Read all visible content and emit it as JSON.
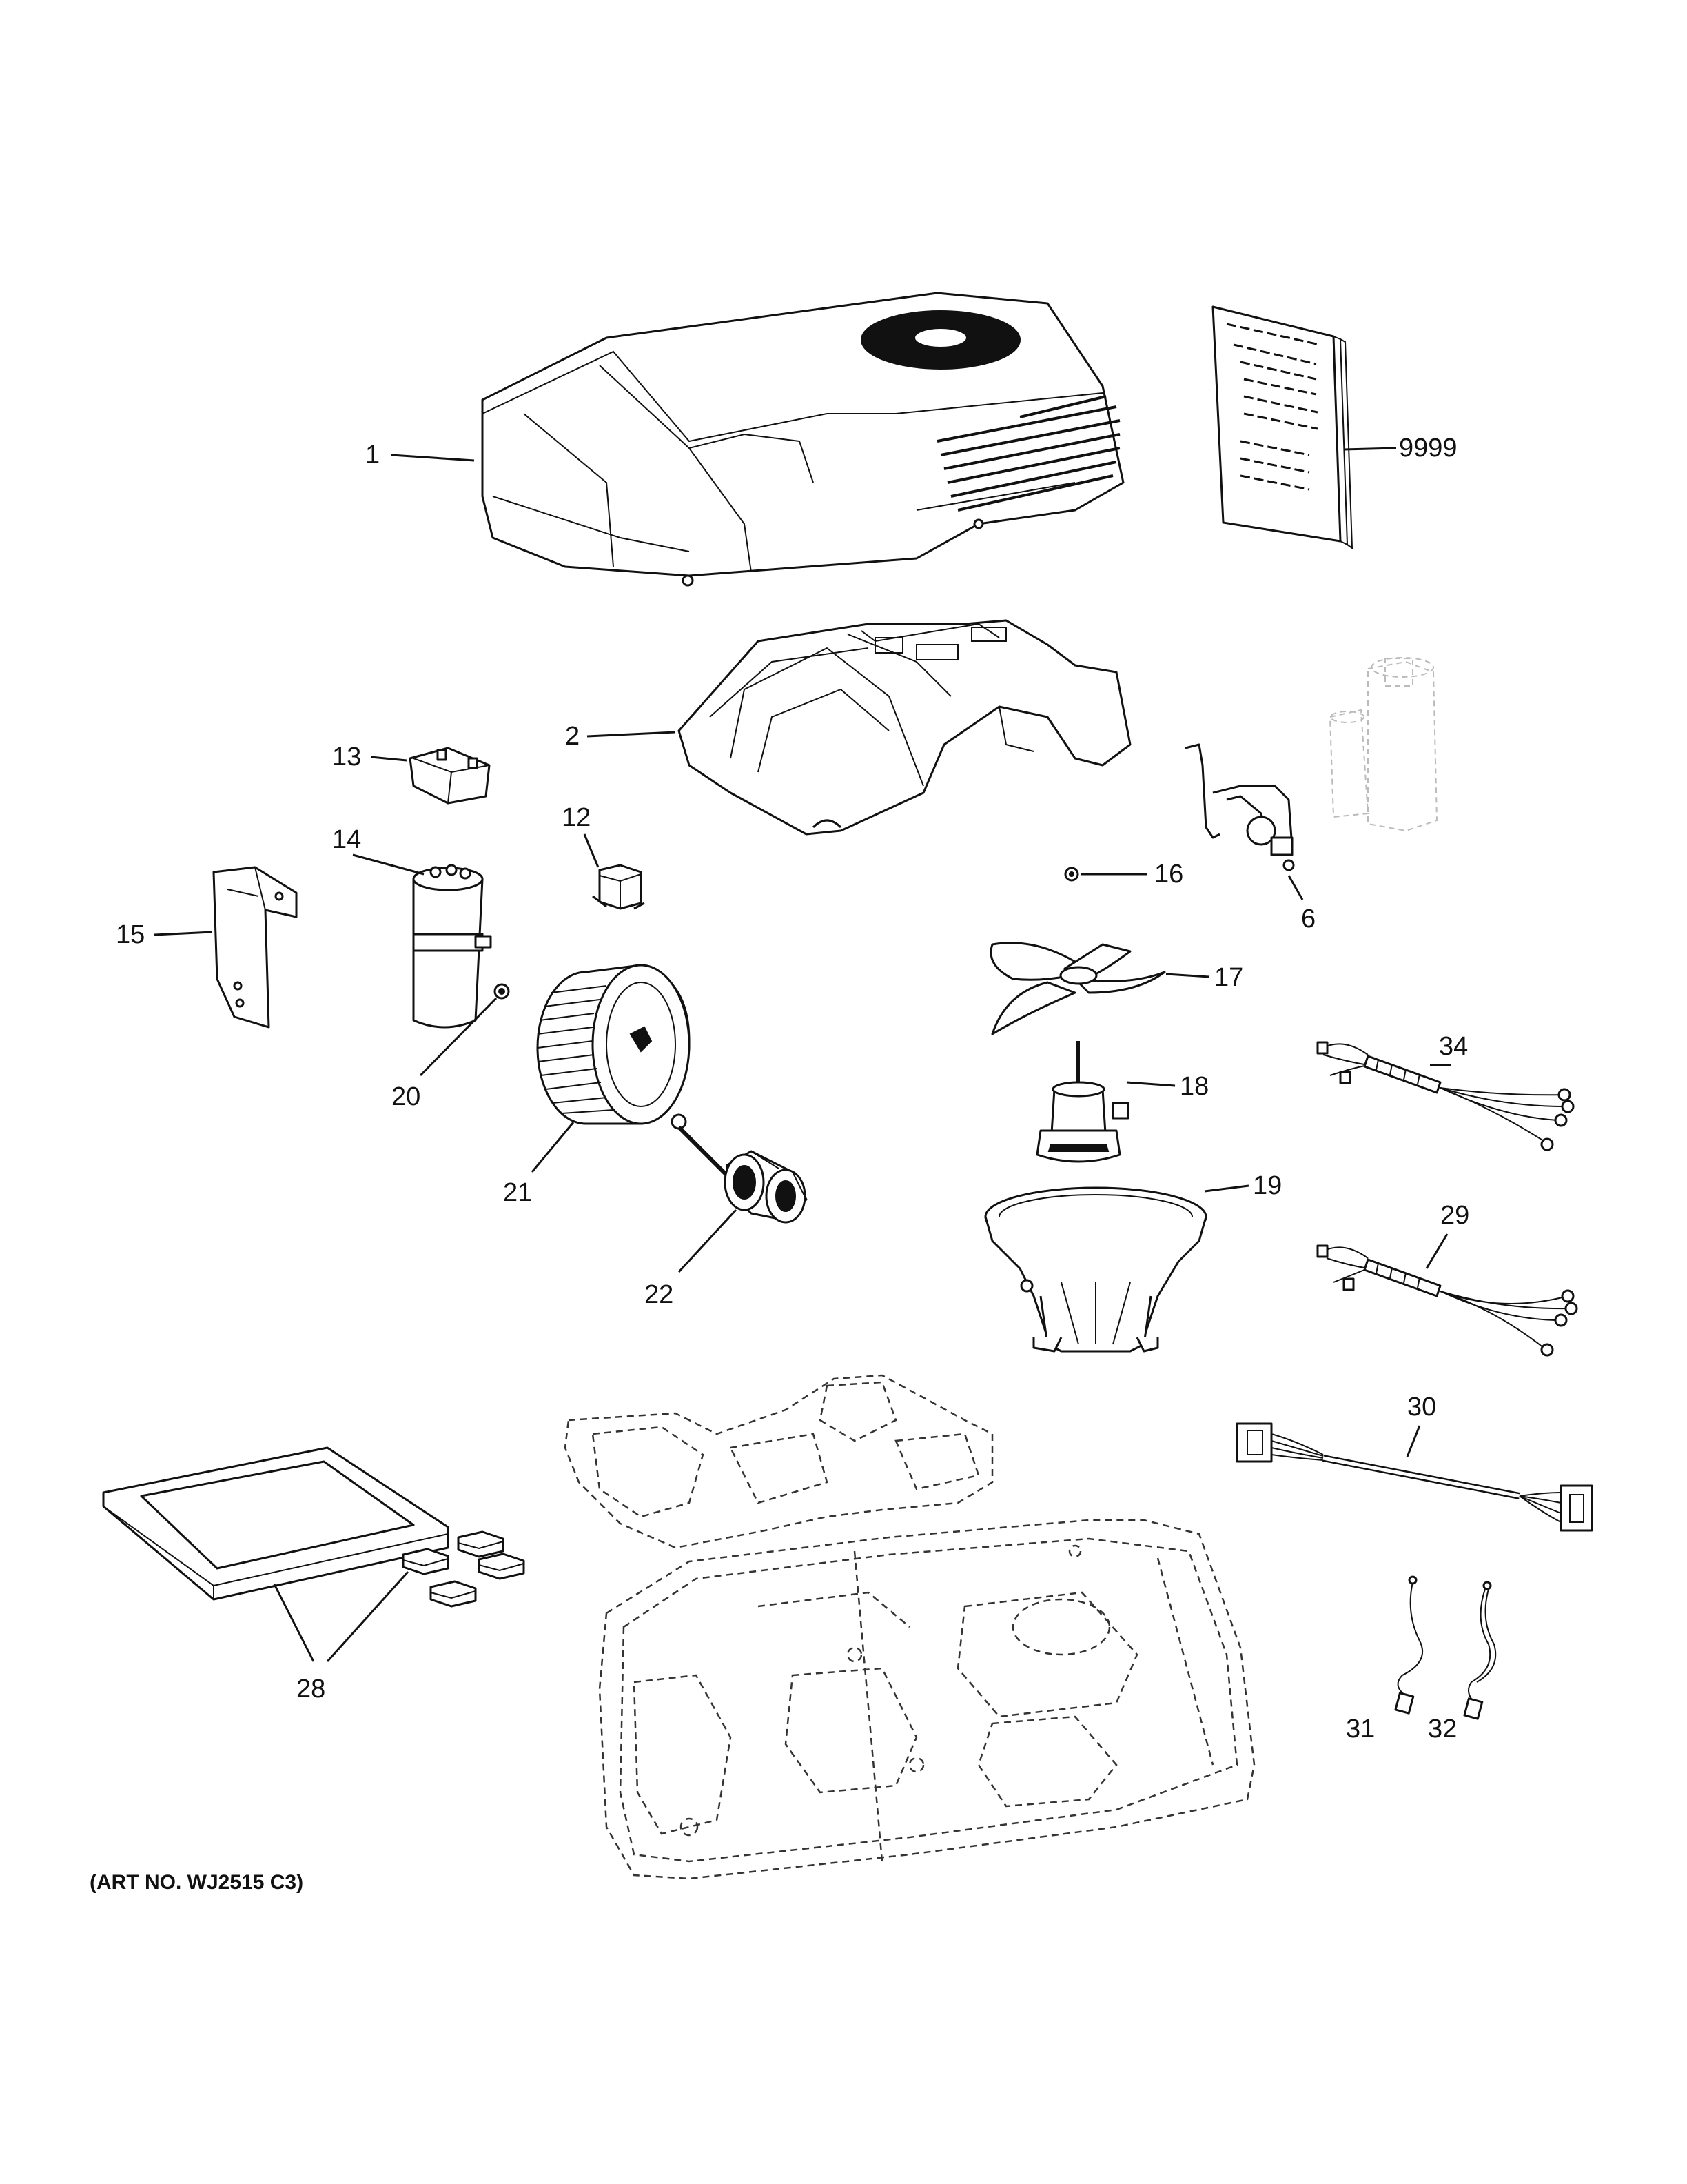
{
  "diagram": {
    "callouts": {
      "c1": "1",
      "c2": "2",
      "c6": "6",
      "c9999": "9999",
      "c12": "12",
      "c13": "13",
      "c14": "14",
      "c15": "15",
      "c16": "16",
      "c17": "17",
      "c18": "18",
      "c19": "19",
      "c20": "20",
      "c21": "21",
      "c22": "22",
      "c28": "28",
      "c29": "29",
      "c30": "30",
      "c31": "31",
      "c32": "32",
      "c34": "34"
    },
    "art_number": "(ART NO. WJ2515 C3)"
  }
}
